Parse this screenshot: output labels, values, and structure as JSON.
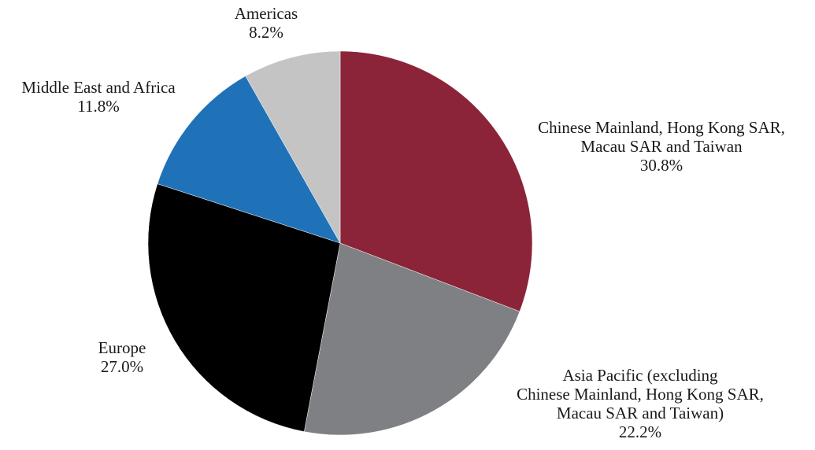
{
  "chart_data": {
    "type": "pie",
    "start_angle_deg": 0,
    "direction": "clockwise",
    "slices": [
      {
        "label_lines": [
          "Chinese Mainland, Hong Kong SAR,",
          "Macau SAR and Taiwan"
        ],
        "value": 30.8,
        "value_label": "30.8%",
        "color": "#8b2439"
      },
      {
        "label_lines": [
          "Asia Pacific (excluding",
          "Chinese Mainland, Hong Kong SAR,",
          "Macau SAR and Taiwan)"
        ],
        "value": 22.2,
        "value_label": "22.2%",
        "color": "#7f8083"
      },
      {
        "label_lines": [
          "Europe"
        ],
        "value": 27.0,
        "value_label": "27.0%",
        "color": "#000000"
      },
      {
        "label_lines": [
          "Middle East and Africa"
        ],
        "value": 11.8,
        "value_label": "11.8%",
        "color": "#1f72b8"
      },
      {
        "label_lines": [
          "Americas"
        ],
        "value": 8.2,
        "value_label": "8.2%",
        "color": "#c4c4c4"
      }
    ]
  }
}
